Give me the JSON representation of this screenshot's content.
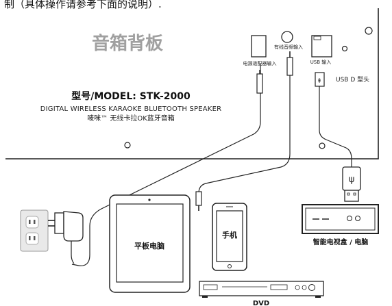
{
  "caption": "制（具体操作请参考下面的说明）.",
  "panel": {
    "title": "音箱背板",
    "port_labels": {
      "power_adapter": "电源适配器输入",
      "aux": "有线音频输入",
      "usb": "USB 输入"
    },
    "usb_d_label": "USB D 型头"
  },
  "model": {
    "line1": "型号/MODEL: STK-2000",
    "line2": "DIGITAL WIRELESS KARAOKE BLUETOOTH SPEAKER",
    "line3": "唛咪™ 无线卡拉OK蓝牙音箱"
  },
  "devices": {
    "tablet": "平板电脑",
    "phone": "手机",
    "tv_box": "智能电视盒 / 电脑",
    "dvd": "DVD"
  },
  "colors": {
    "line": "#222222",
    "panel_title": "#a0a0a0",
    "outlet_bg": "#e9e9e9"
  }
}
